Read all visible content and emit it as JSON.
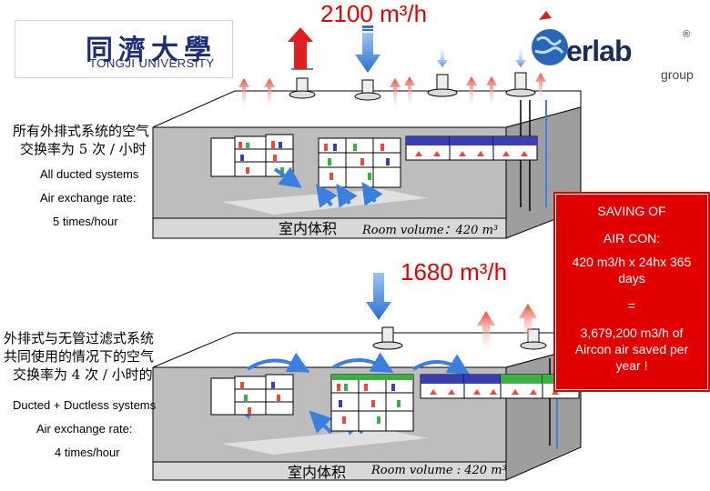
{
  "flows": {
    "top_total": "2100 m³/h",
    "bottom_total": "1680 m³/h"
  },
  "logos": {
    "tongji_cn": "同濟大學",
    "tongji_en": "TONGJI UNIVERSITY",
    "erlab_name": "erlab",
    "erlab_group": "group",
    "erlab_reg": "®"
  },
  "scenario_top": {
    "zh_line1": "所有外排式系统的空气",
    "zh_line2": "交换率为 5 次 / 小时",
    "en_line1": "All ducted systems",
    "en_line2": "Air exchange rate:",
    "en_line3": "5 times/hour",
    "room_zh": "室内体积",
    "room_en": "Room volume：420 m³"
  },
  "scenario_bottom": {
    "zh_line1": "外排式与无管过滤式系统",
    "zh_line2": "共同使用的情况下的空气",
    "zh_line3": "交换率为 4 次 / 小时的",
    "en_line1": "Ducted + Ductless systems",
    "en_line2": "Air exchange rate:",
    "en_line3": "4 times/hour",
    "room_zh": "室内体积",
    "room_en": "Room volume : 420 m³"
  },
  "saving_box": {
    "line1": "SAVING OF",
    "line2": "AIR CON:",
    "line3": "420 m3/h x 24hx 365",
    "line4": "days",
    "line5": "=",
    "line6": "3,679,200 m3/h of",
    "line7": "Aircon air saved per",
    "line8": "year !"
  },
  "colors": {
    "accent_red": "#e00000",
    "exhaust_arrow": "#e84a3c",
    "intake_arrow": "#4a8fe0",
    "hood_blue": "#3a3fb0",
    "hood_green": "#3cb043",
    "brand_navy": "#1a2d5c"
  }
}
